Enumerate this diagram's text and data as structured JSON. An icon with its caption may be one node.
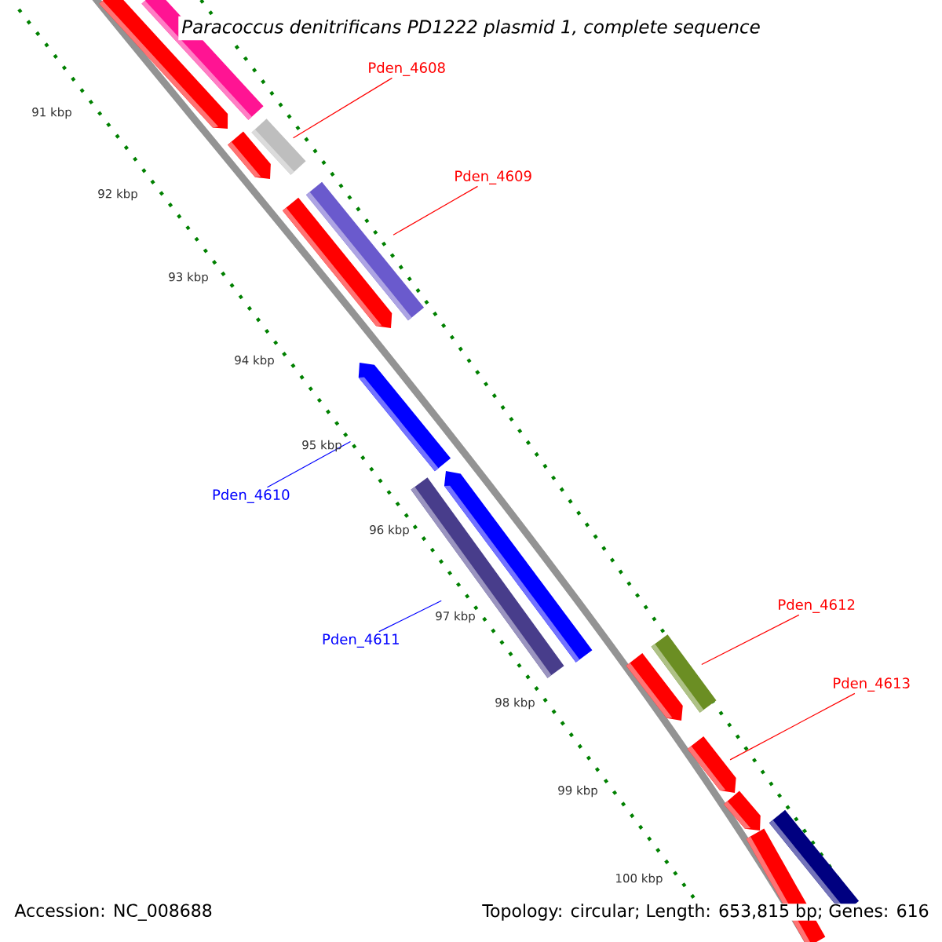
{
  "diagram": {
    "title": "Paracoccus denitrificans PD1222 plasmid 1, complete sequence",
    "nodes": [
      {
        "text": [
          "Pden_4608"
        ]
      },
      {
        "text": [
          "Pden_4609"
        ]
      },
      {
        "text": [
          "Pden_4610"
        ]
      },
      {
        "text": [
          "Pden_4611"
        ]
      },
      {
        "text": [
          "Pden_4612"
        ]
      },
      {
        "text": [
          "Pden_4613"
        ]
      },
      {
        "text": [],
        "shape": "bar"
      },
      {
        "text": [],
        "shape": "bar"
      },
      {
        "text": [],
        "shape": "arrow"
      },
      {
        "text": [],
        "shape": "bar"
      },
      {
        "text": [],
        "shape": "bar"
      },
      {
        "text": [],
        "shape": "arrow"
      }
    ],
    "edges": [
      {
        "from": 0,
        "to": 6,
        "arrow": "none"
      },
      {
        "from": 1,
        "to": 7,
        "arrow": "none"
      },
      {
        "from": 2,
        "to": 8,
        "arrow": "none",
        "color": "#0000ff"
      },
      {
        "from": 3,
        "to": 9,
        "arrow": "none",
        "color": "#0000ff"
      },
      {
        "from": 4,
        "to": 10,
        "arrow": "none"
      },
      {
        "from": 5,
        "to": 11,
        "arrow": "none"
      }
    ],
    "labels": [
      "91 kbp",
      "92 kbp",
      "93 kbp",
      "94 kbp",
      "95 kbp",
      "96 kbp",
      "97 kbp",
      "98 kbp",
      "99 kbp",
      "100 kbp",
      "Accession: NC_008688",
      "Topology: circular; Length: 653,815 bp; Genes: 616"
    ]
  }
}
